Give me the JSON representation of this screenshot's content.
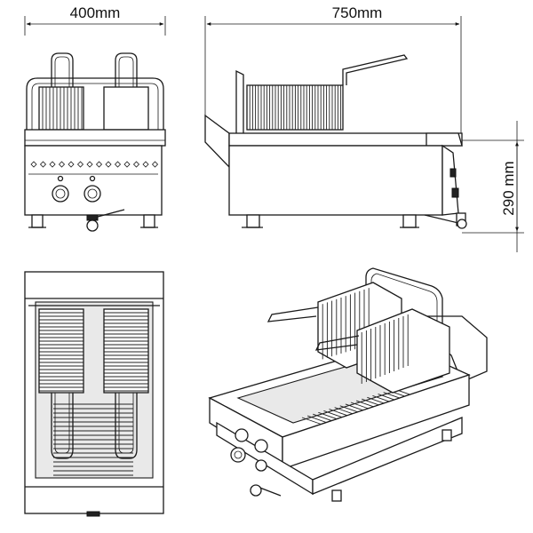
{
  "dimensions": {
    "width": "400mm",
    "length": "750mm",
    "height": "290 mm"
  },
  "colors": {
    "line": "#1a1a1a",
    "background": "#ffffff"
  }
}
